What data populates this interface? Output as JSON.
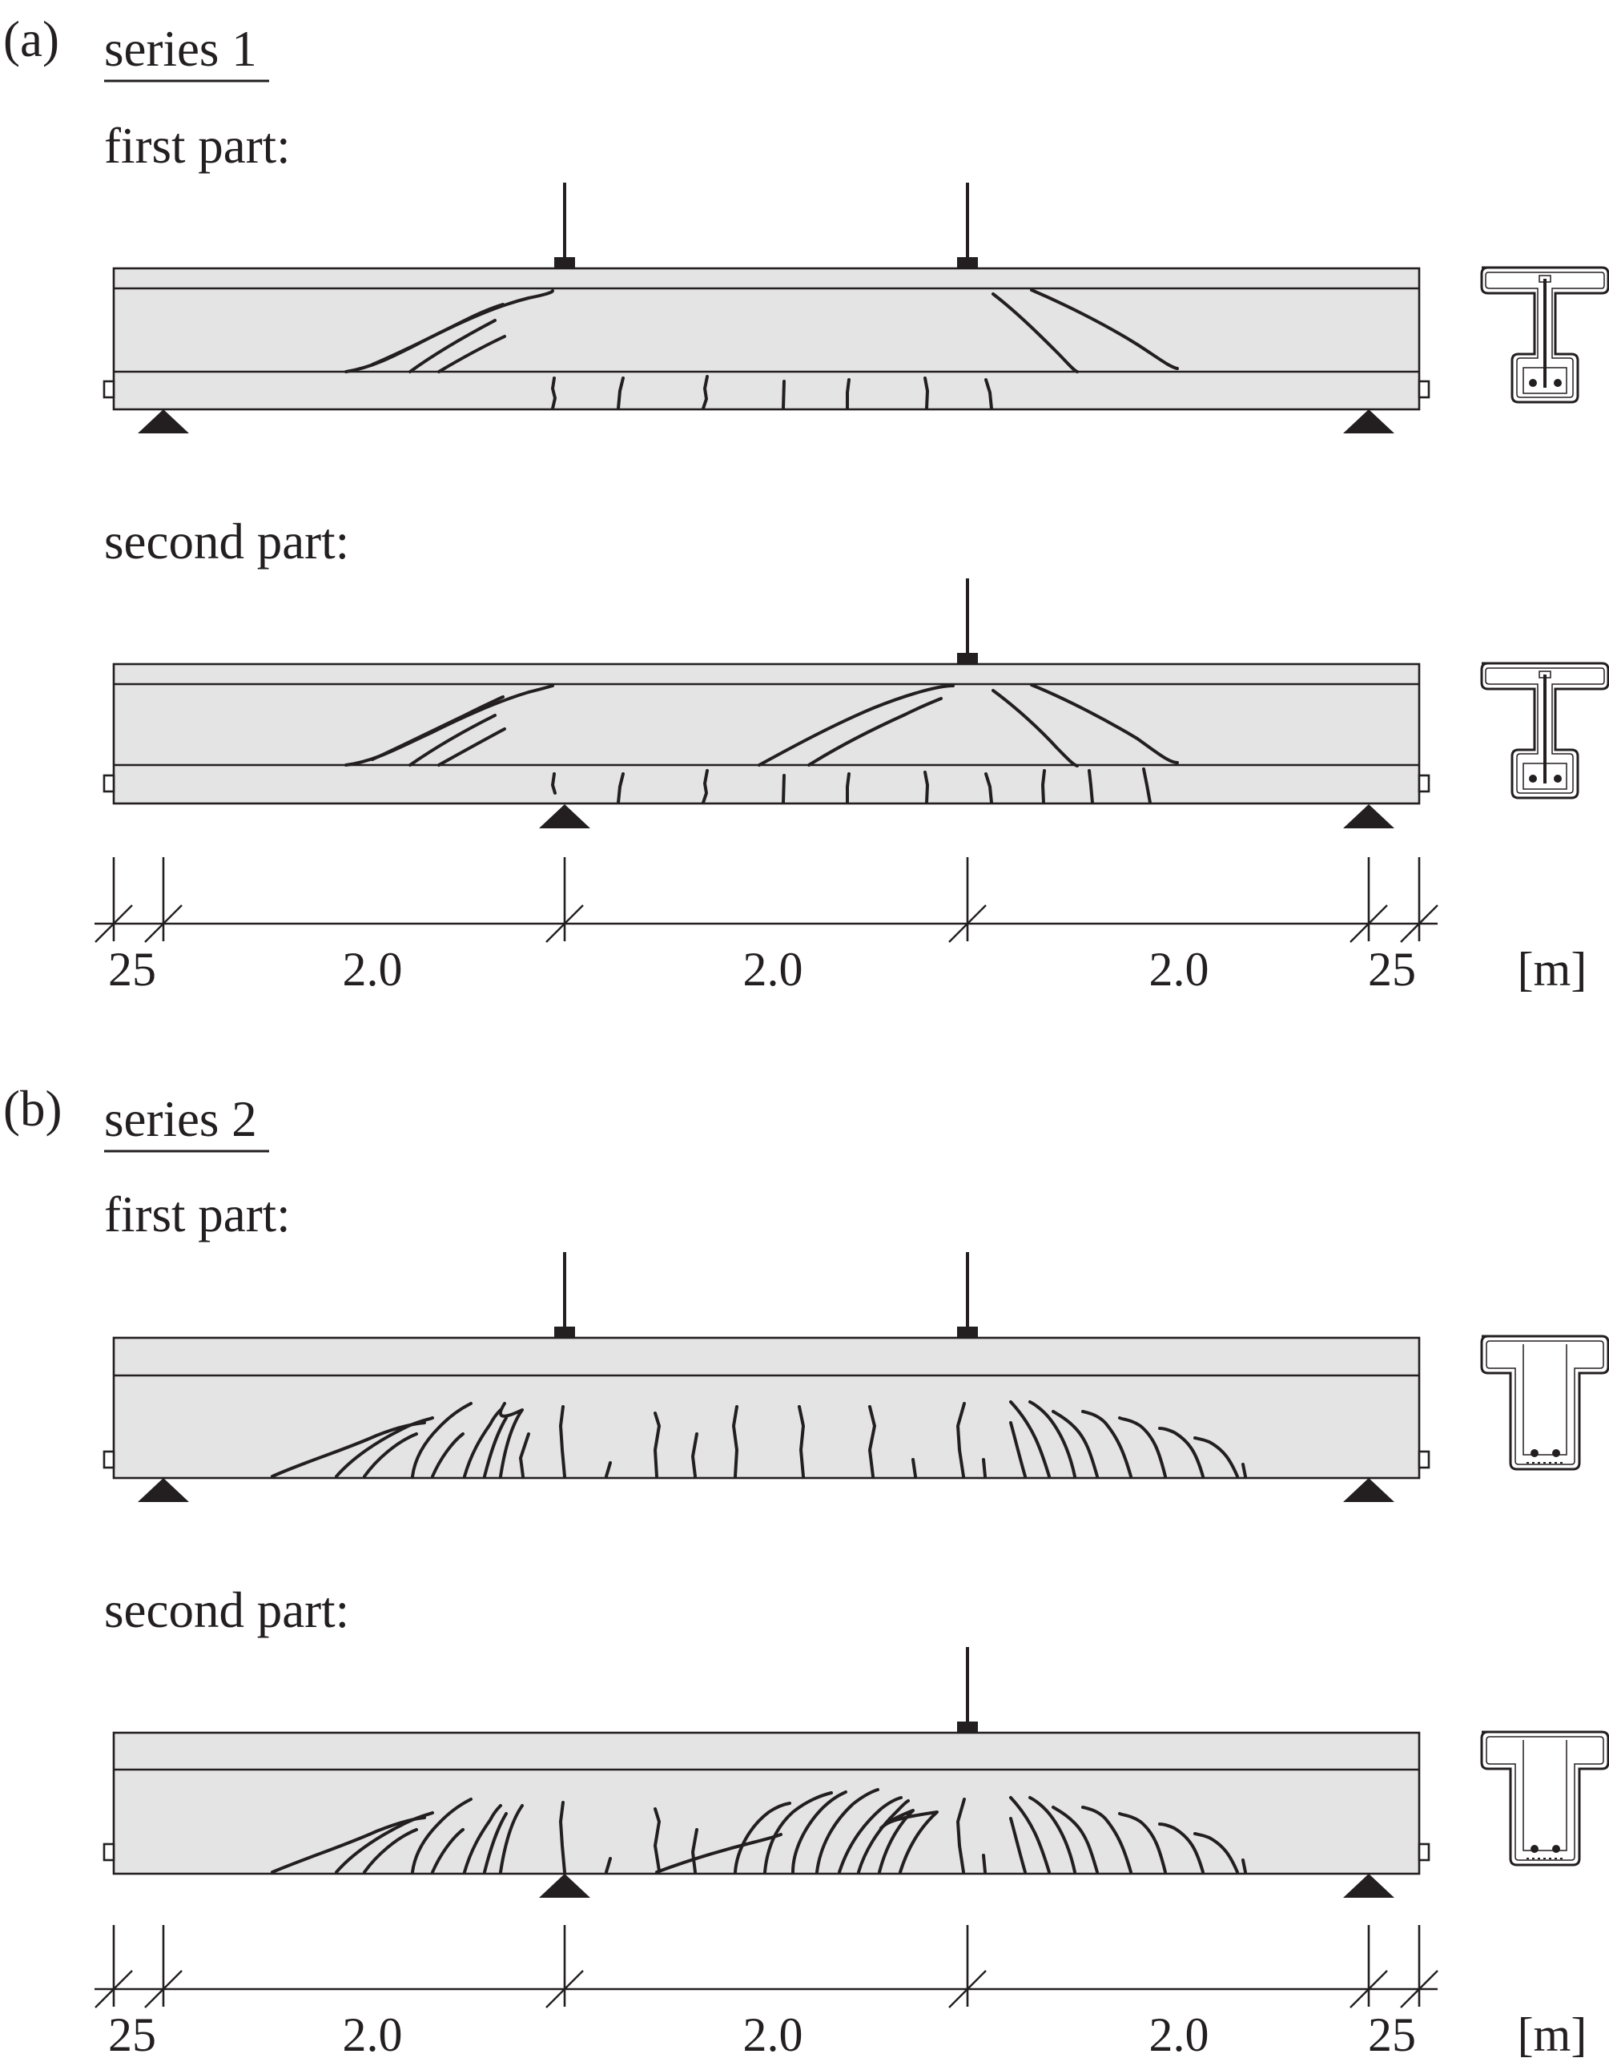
{
  "panels": [
    {
      "id": "a",
      "panel_label": "(a)",
      "series_title": "series 1",
      "parts": [
        {
          "label": "first part:",
          "loads": 2,
          "supports": "outer",
          "section": "I-section with bottom bulb, two bars"
        },
        {
          "label": "second part:",
          "loads": 1,
          "supports": "inner-right",
          "section": "I-section with bottom bulb, two bars"
        }
      ],
      "dimensions": {
        "segments": [
          "25",
          "2.0",
          "2.0",
          "2.0",
          "25"
        ],
        "unit": "[m]"
      }
    },
    {
      "id": "b",
      "panel_label": "(b)",
      "series_title": "series 2",
      "parts": [
        {
          "label": "first part:",
          "loads": 2,
          "supports": "outer",
          "section": "T-section, two bars"
        },
        {
          "label": "second part:",
          "loads": 1,
          "supports": "inner-right",
          "section": "T-section, two bars"
        }
      ],
      "dimensions": {
        "segments": [
          "25",
          "2.0",
          "2.0",
          "2.0",
          "25"
        ],
        "unit": "[m]"
      }
    }
  ],
  "colors": {
    "ink": "#231f20",
    "beam_fill": "#e4e4e4"
  }
}
